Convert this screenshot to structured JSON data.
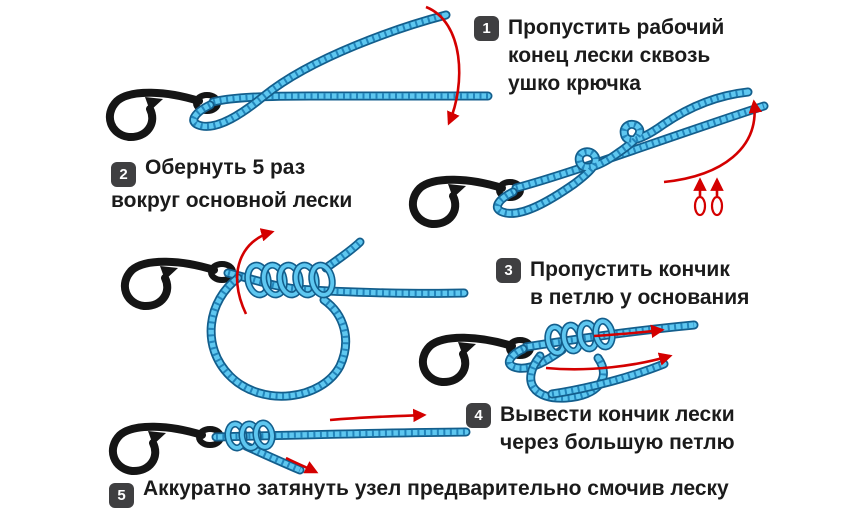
{
  "diagram": {
    "subject": "fishing-knot-tying-instructions",
    "steps": [
      {
        "number": "1",
        "lines": [
          "Пропустить рабочий",
          "конец лески сквозь",
          "ушко крючка"
        ]
      },
      {
        "number": "2",
        "lines": [
          "Обернуть 5 раз",
          "вокруг основной лески"
        ]
      },
      {
        "number": "3",
        "lines": [
          "Пропустить кончик",
          "в петлю у основания"
        ]
      },
      {
        "number": "4",
        "lines": [
          "Вывести кончик лески",
          "через большую петлю"
        ]
      },
      {
        "number": "5",
        "lines": [
          "Аккуратно затянуть узел предварительно смочив леску"
        ]
      }
    ],
    "illustrations": [
      "line-passed-through-hook-eye",
      "line-wrapped-around-main-line",
      "five-coils-with-bottom-loop",
      "tip-led-through-big-loop",
      "tightened-knot-on-hook"
    ],
    "colors": {
      "background": "#ffffff",
      "line_fill": "#5ec7f0",
      "line_outline": "#135e8c",
      "arrow": "#d40000",
      "hook": "#151515",
      "badge_bg": "#3f3f41",
      "badge_text": "#ffffff",
      "text": "#1b1b1b"
    }
  }
}
